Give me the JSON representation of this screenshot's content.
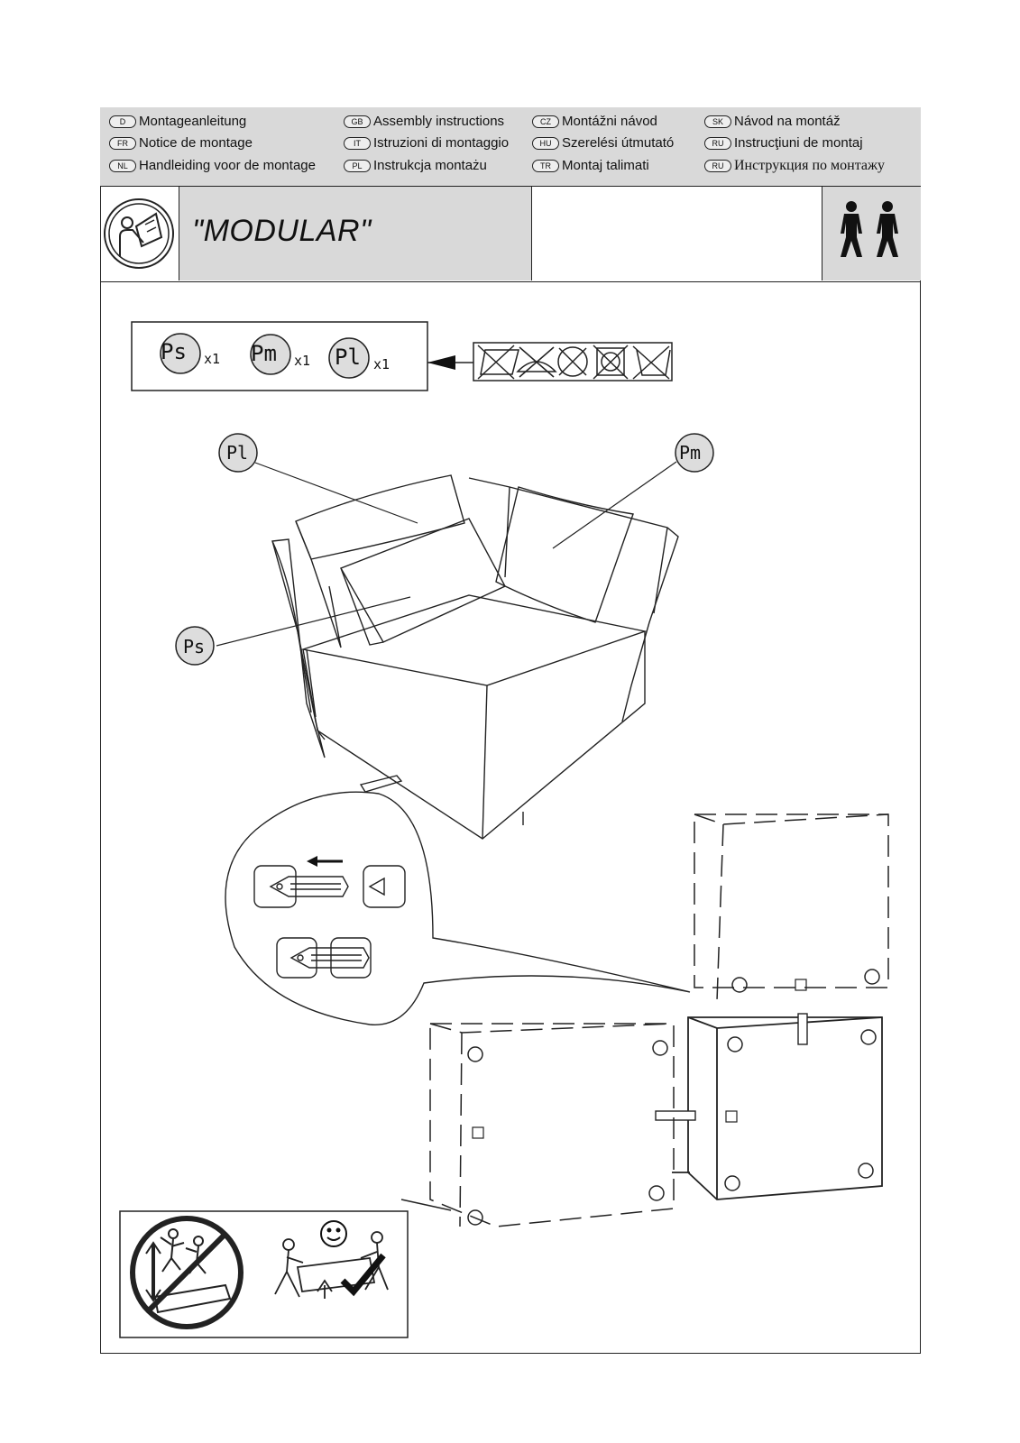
{
  "languages": [
    {
      "code": "D",
      "label": "Montageanleitung"
    },
    {
      "code": "GB",
      "label": "Assembly instructions"
    },
    {
      "code": "CZ",
      "label": "Montážni návod"
    },
    {
      "code": "SK",
      "label": "Návod na montáž"
    },
    {
      "code": "FR",
      "label": "Notice de montage"
    },
    {
      "code": "IT",
      "label": "Istruzioni di montaggio"
    },
    {
      "code": "HU",
      "label": "Szerelési útmutató"
    },
    {
      "code": "RU",
      "label": "Instrucţiuni de montaj"
    },
    {
      "code": "NL",
      "label": "Handleiding voor de montage"
    },
    {
      "code": "PL",
      "label": "Instrukcja montażu"
    },
    {
      "code": "TR",
      "label": "Montaj talimati"
    },
    {
      "code": "RU",
      "label": "Инструкция по монтажу"
    }
  ],
  "product_title": "\"MODULAR\"",
  "parts": [
    {
      "id": "Ps",
      "qty": "x1"
    },
    {
      "id": "Pm",
      "qty": "x1"
    },
    {
      "id": "Pl",
      "qty": "x1"
    }
  ],
  "callouts": {
    "pl": "Pl",
    "pm": "Pm",
    "ps": "Ps"
  },
  "icons": {
    "read_manual": "read-manual-icon",
    "two_persons": "two-persons-icon",
    "care_symbols": "care-symbols-icon",
    "smiley": "smiley-icon",
    "checkmark": "checkmark-icon"
  }
}
